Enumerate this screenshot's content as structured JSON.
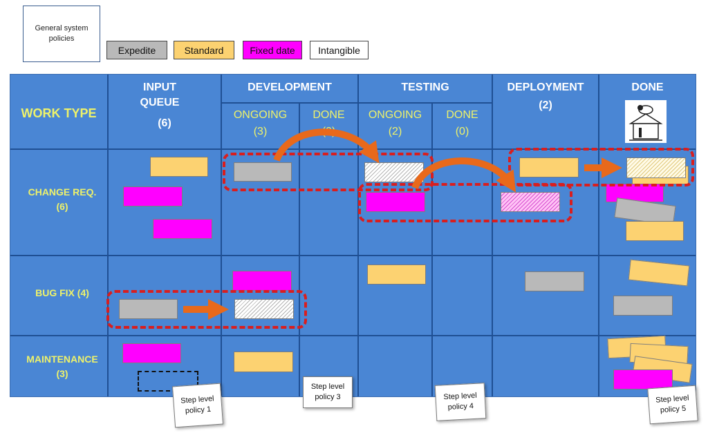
{
  "policy_box": "General system policies",
  "legend": [
    {
      "label": "Expedite",
      "color": "#b9b9b9"
    },
    {
      "label": "Standard",
      "color": "#fcd271"
    },
    {
      "label": "Fixed date",
      "color": "#ff00ff"
    },
    {
      "label": "Intangible",
      "color": "#ffffff"
    }
  ],
  "board": {
    "work_type": "WORK TYPE",
    "columns": {
      "input_queue": {
        "title": "INPUT QUEUE",
        "limit": "(6)"
      },
      "development": {
        "title": "DEVELOPMENT",
        "ongoing": "ONGOING",
        "ongoing_limit": "(3)",
        "done": "DONE",
        "done_limit": "(0)"
      },
      "testing": {
        "title": "TESTING",
        "ongoing": "ONGOING",
        "ongoing_limit": "(2)",
        "done": "DONE",
        "done_limit": "(0)"
      },
      "deployment": {
        "title": "DEPLOYMENT",
        "limit": "(2)"
      },
      "done": {
        "title": "DONE"
      }
    },
    "rows": {
      "change_req": {
        "label": "CHANGE REQ.",
        "count": "(6)"
      },
      "bug_fix": {
        "label": "BUG FIX (4)"
      },
      "maintenance": {
        "label": "MAINTENANCE",
        "count": "(3)"
      }
    }
  },
  "notes": [
    "Step level policy 1",
    "Step level policy 3",
    "Step level policy 4",
    "Step level policy 5"
  ],
  "colors": {
    "board": "#4a86d4",
    "grid": "#1f4f93",
    "header_text": "#ffffff",
    "label_text": "#eef26a",
    "highlight": "#d91e1e",
    "arrow": "#e8691b"
  }
}
